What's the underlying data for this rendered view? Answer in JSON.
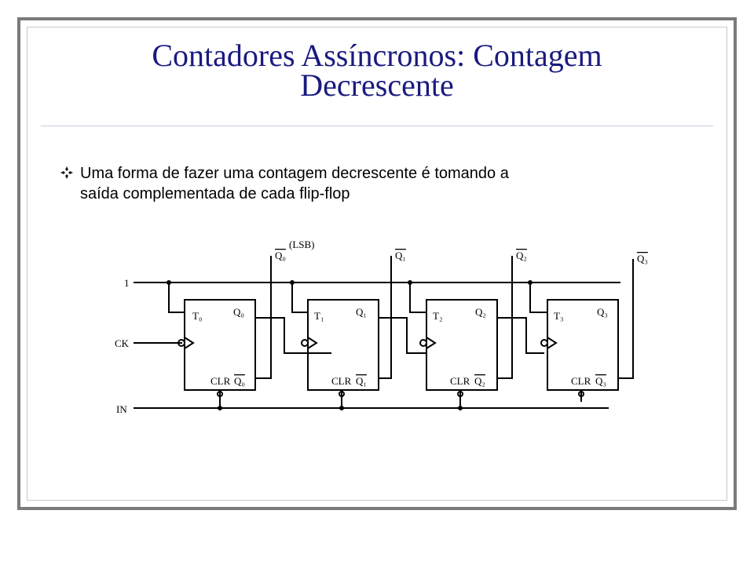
{
  "slide": {
    "title_line1": "Contadores Assíncronos: Contagem",
    "title_line2": "Decrescente",
    "bullet_icon": "diamond-bullet-icon",
    "bullet_text_line1": "Uma forma de fazer uma contagem decrescente é tomando a",
    "bullet_text_line2": "saída complementada de cada flip-flop"
  },
  "diagram": {
    "input_labels": {
      "one": "1",
      "ck": "CK",
      "in": "IN"
    },
    "lsb_label": "(LSB)",
    "flipflops": [
      {
        "t_label": "T₀",
        "q_label": "Q₀",
        "clr_label": "CLR",
        "qbar_label": "Q₀",
        "output_label": "Q₀"
      },
      {
        "t_label": "T₁",
        "q_label": "Q₁",
        "clr_label": "CLR",
        "qbar_label": "Q₁",
        "output_label": "Q₁"
      },
      {
        "t_label": "T₂",
        "q_label": "Q₂",
        "clr_label": "CLR",
        "qbar_label": "Q₂",
        "output_label": "Q₂"
      },
      {
        "t_label": "T₃",
        "q_label": "Q₃",
        "clr_label": "CLR",
        "qbar_label": "Q₃",
        "output_label": "Q₃"
      }
    ]
  }
}
